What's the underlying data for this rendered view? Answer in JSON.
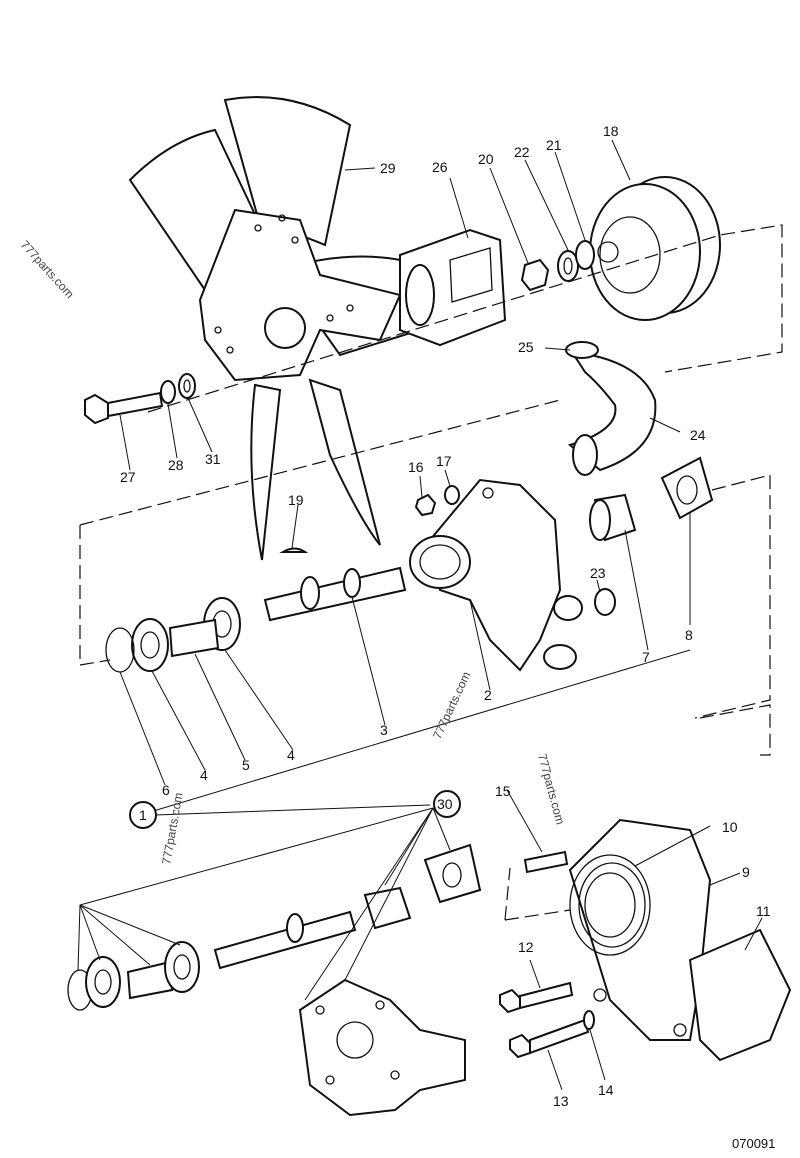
{
  "document": {
    "reference_number": "070091",
    "watermarks": [
      "777parts.com",
      "777parts.com",
      "777parts.com",
      "777parts.com"
    ]
  },
  "callouts": [
    {
      "id": "29",
      "text": "29"
    },
    {
      "id": "26",
      "text": "26"
    },
    {
      "id": "20",
      "text": "20"
    },
    {
      "id": "22",
      "text": "22"
    },
    {
      "id": "21",
      "text": "21"
    },
    {
      "id": "18",
      "text": "18"
    },
    {
      "id": "25",
      "text": "25"
    },
    {
      "id": "24",
      "text": "24"
    },
    {
      "id": "27",
      "text": "27"
    },
    {
      "id": "28",
      "text": "28"
    },
    {
      "id": "31",
      "text": "31"
    },
    {
      "id": "16",
      "text": "16"
    },
    {
      "id": "17",
      "text": "17"
    },
    {
      "id": "19",
      "text": "19"
    },
    {
      "id": "23",
      "text": "23"
    },
    {
      "id": "7",
      "text": "7"
    },
    {
      "id": "8",
      "text": "8"
    },
    {
      "id": "2",
      "text": "2"
    },
    {
      "id": "3",
      "text": "3"
    },
    {
      "id": "4a",
      "text": "4"
    },
    {
      "id": "4b",
      "text": "4"
    },
    {
      "id": "5",
      "text": "5"
    },
    {
      "id": "6",
      "text": "6"
    },
    {
      "id": "1",
      "text": "1"
    },
    {
      "id": "30",
      "text": "30"
    },
    {
      "id": "15",
      "text": "15"
    },
    {
      "id": "10",
      "text": "10"
    },
    {
      "id": "9",
      "text": "9"
    },
    {
      "id": "11",
      "text": "11"
    },
    {
      "id": "12",
      "text": "12"
    },
    {
      "id": "13",
      "text": "13"
    },
    {
      "id": "14",
      "text": "14"
    }
  ]
}
